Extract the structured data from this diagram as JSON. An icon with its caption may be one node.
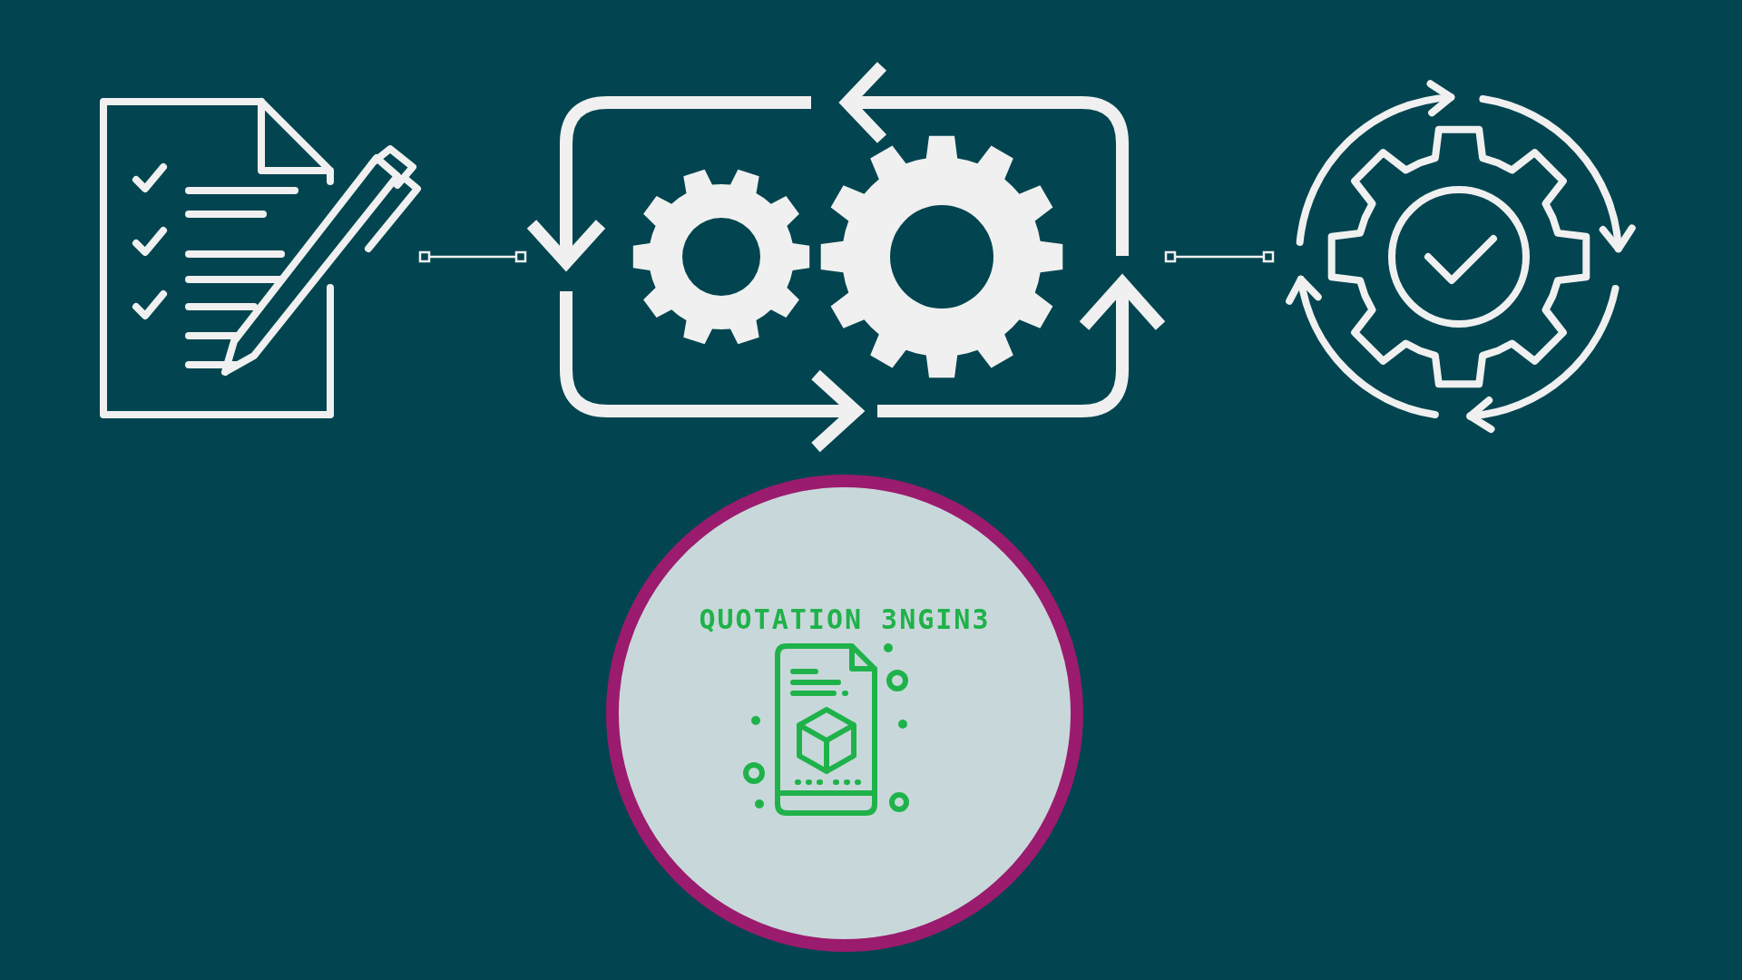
{
  "diagram": {
    "nodes": [
      {
        "text": [],
        "shape": "picture"
      },
      {
        "text": [],
        "shape": "picture"
      },
      {
        "text": [],
        "shape": "picture"
      },
      {
        "text": [
          "QUOTATION 3NGIN3"
        ]
      }
    ],
    "edges": [
      {
        "from": 0,
        "to": 1,
        "arrow": "other"
      },
      {
        "from": 1,
        "to": 2,
        "arrow": "other"
      }
    ]
  }
}
